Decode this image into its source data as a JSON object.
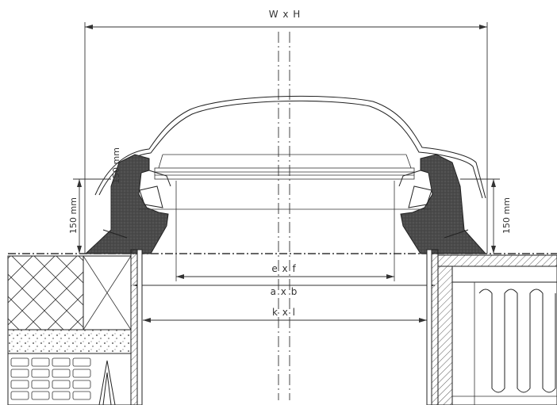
{
  "dimensions": {
    "outer": "W x H",
    "opening_e_f": "e x f",
    "opening_a_b": "a x b",
    "opening_k_l": "k x l",
    "upstand_left": "150 mm",
    "upstand_right": "150 mm",
    "upstand_mid": "150 mm"
  },
  "colors": {
    "line": "#222222",
    "frame_fill": "#555555",
    "background": "#ffffff"
  }
}
